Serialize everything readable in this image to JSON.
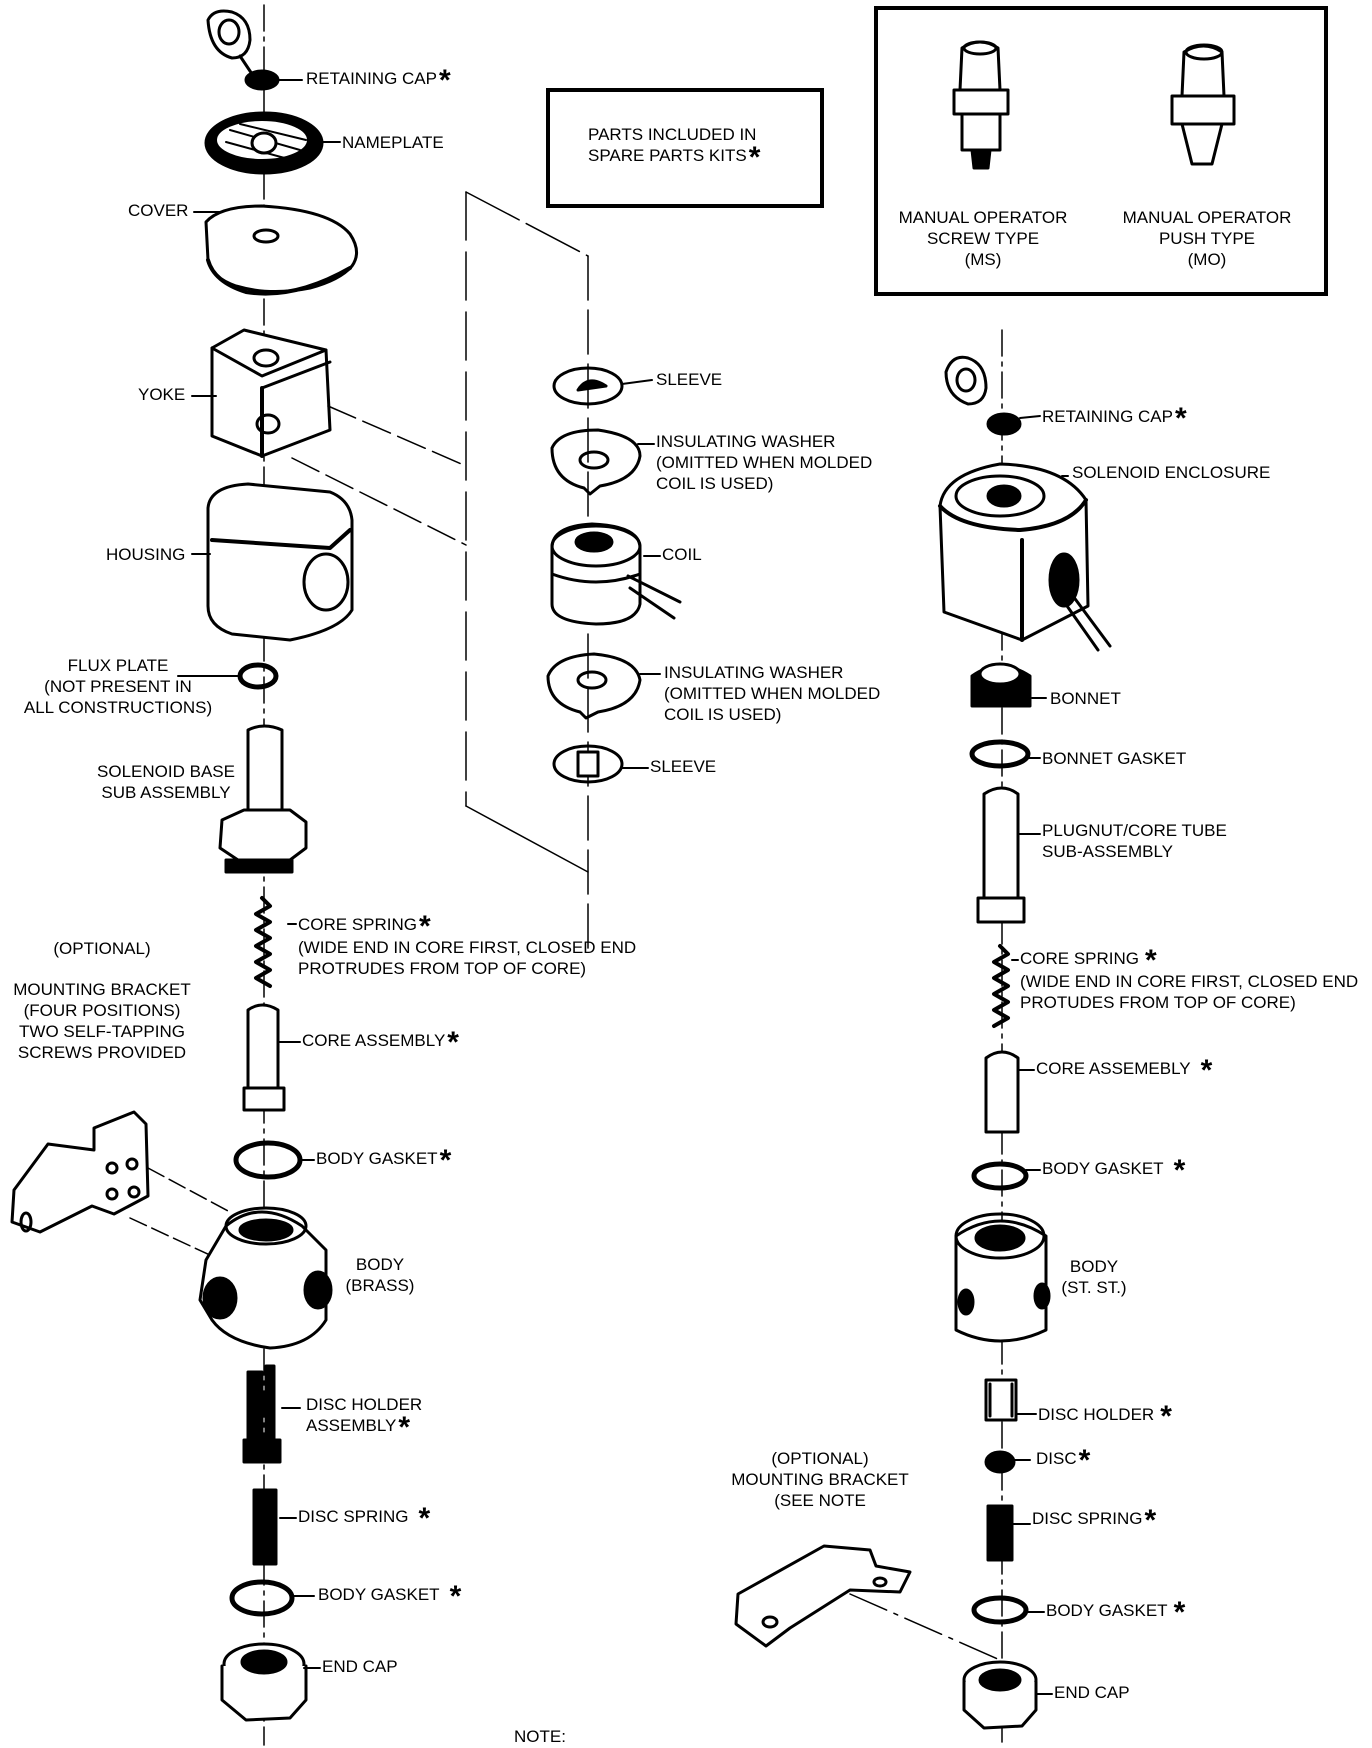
{
  "legend": {
    "line1": "PARTS INCLUDED IN",
    "line2": "SPARE PARTS KITS",
    "star": "*"
  },
  "manual_operators": [
    {
      "line1": "MANUAL OPERATOR",
      "line2": "SCREW TYPE",
      "line3": "(MS)"
    },
    {
      "line1": "MANUAL OPERATOR",
      "line2": "PUSH TYPE",
      "line3": "(MO)"
    }
  ],
  "left": {
    "retaining_cap": "RETAINING CAP",
    "nameplate": "NAMEPLATE",
    "cover": "COVER",
    "yoke": "YOKE",
    "housing": "HOUSING",
    "flux_plate": [
      "FLUX PLATE",
      "(NOT PRESENT IN",
      "ALL CONSTRUCTIONS)"
    ],
    "solenoid_base": [
      "SOLENOID BASE",
      "SUB ASSEMBLY"
    ],
    "core_spring": [
      "CORE SPRING",
      "(WIDE END IN CORE FIRST, CLOSED END",
      "PROTRUDES FROM TOP OF CORE)"
    ],
    "optional_bracket": [
      "(OPTIONAL)",
      "MOUNTING BRACKET",
      "(FOUR POSITIONS)",
      "TWO SELF-TAPPING",
      "SCREWS PROVIDED"
    ],
    "core_assembly": "CORE ASSEMBLY",
    "body_gasket_top": "BODY GASKET",
    "body": [
      "BODY",
      "(BRASS)"
    ],
    "disc_holder": [
      "DISC HOLDER",
      "ASSEMBLY"
    ],
    "disc_spring": "DISC SPRING",
    "body_gasket_bottom": "BODY GASKET",
    "end_cap": "END CAP"
  },
  "middle": {
    "sleeve_top": "SLEEVE",
    "insulating_washer_top": [
      "INSULATING WASHER",
      "(OMITTED WHEN MOLDED",
      "COIL IS USED)"
    ],
    "coil": "COIL",
    "insulating_washer_bottom": [
      "INSULATING WASHER",
      "(OMITTED WHEN MOLDED",
      "COIL IS USED)"
    ],
    "sleeve_bottom": "SLEEVE",
    "note": "NOTE:"
  },
  "right": {
    "retaining_cap": "RETAINING CAP",
    "solenoid_enclosure": "SOLENOID ENCLOSURE",
    "bonnet": "BONNET",
    "bonnet_gasket": "BONNET GASKET",
    "plugnut": [
      "PLUGNUT/CORE TUBE",
      "SUB-ASSEMBLY"
    ],
    "core_spring": [
      "CORE SPRING",
      "(WIDE END IN CORE FIRST, CLOSED END",
      "PROTUDES FROM TOP OF CORE)"
    ],
    "core_assembly": "CORE ASSEMEBLY",
    "body_gasket_top": "BODY GASKET",
    "body": [
      "BODY",
      "(ST. ST.)"
    ],
    "disc_holder": "DISC HOLDER",
    "disc": "DISC",
    "optional_bracket": [
      "(OPTIONAL)",
      "MOUNTING BRACKET",
      "(SEE NOTE"
    ],
    "disc_spring": "DISC SPRING",
    "body_gasket_bottom": "BODY GASKET",
    "end_cap": "END CAP"
  }
}
